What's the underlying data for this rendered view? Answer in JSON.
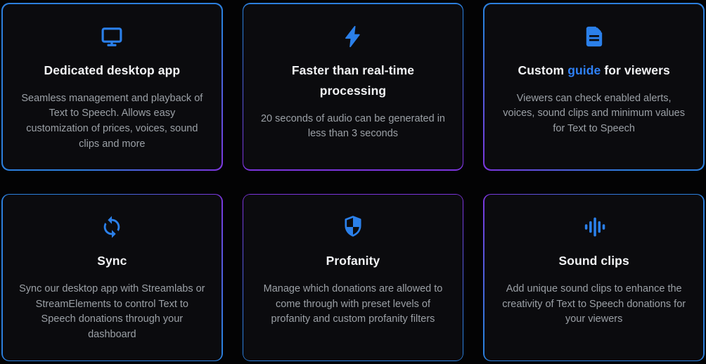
{
  "colors": {
    "border_blue": "#2c7fdd",
    "border_purple": "#7c35dd",
    "icon_blue": "#2b80ea",
    "link_blue": "#2f81f7",
    "title_color": "#f2f3f5",
    "description_color": "#9ba0a6",
    "card_background": "#0b0b0e",
    "page_background": "#030304"
  },
  "cards": [
    {
      "icon": "monitor-icon",
      "title": "Dedicated desktop app",
      "description": "Seamless management and playback of Text to Speech. Allows easy customization of prices, voices, sound clips and more"
    },
    {
      "icon": "lightning-bolt-icon",
      "title": "Faster than real-time processing",
      "description": "20 seconds of audio can be generated in less than 3 seconds"
    },
    {
      "icon": "document-icon",
      "title_parts": {
        "before": "Custom ",
        "link": "guide",
        "after": " for viewers"
      },
      "description": "Viewers can check enabled alerts, voices, sound clips and minimum values for Text to Speech"
    },
    {
      "icon": "sync-icon",
      "title": "Sync",
      "description": "Sync our desktop app with Streamlabs or StreamElements to control Text to Speech donations through your dashboard"
    },
    {
      "icon": "shield-icon",
      "title": "Profanity",
      "description": "Manage which donations are allowed to come through with preset levels of profanity and custom profanity filters"
    },
    {
      "icon": "sound-clips-icon",
      "title": "Sound clips",
      "description": "Add unique sound clips to enhance the creativity of Text to Speech donations for your viewers"
    }
  ]
}
